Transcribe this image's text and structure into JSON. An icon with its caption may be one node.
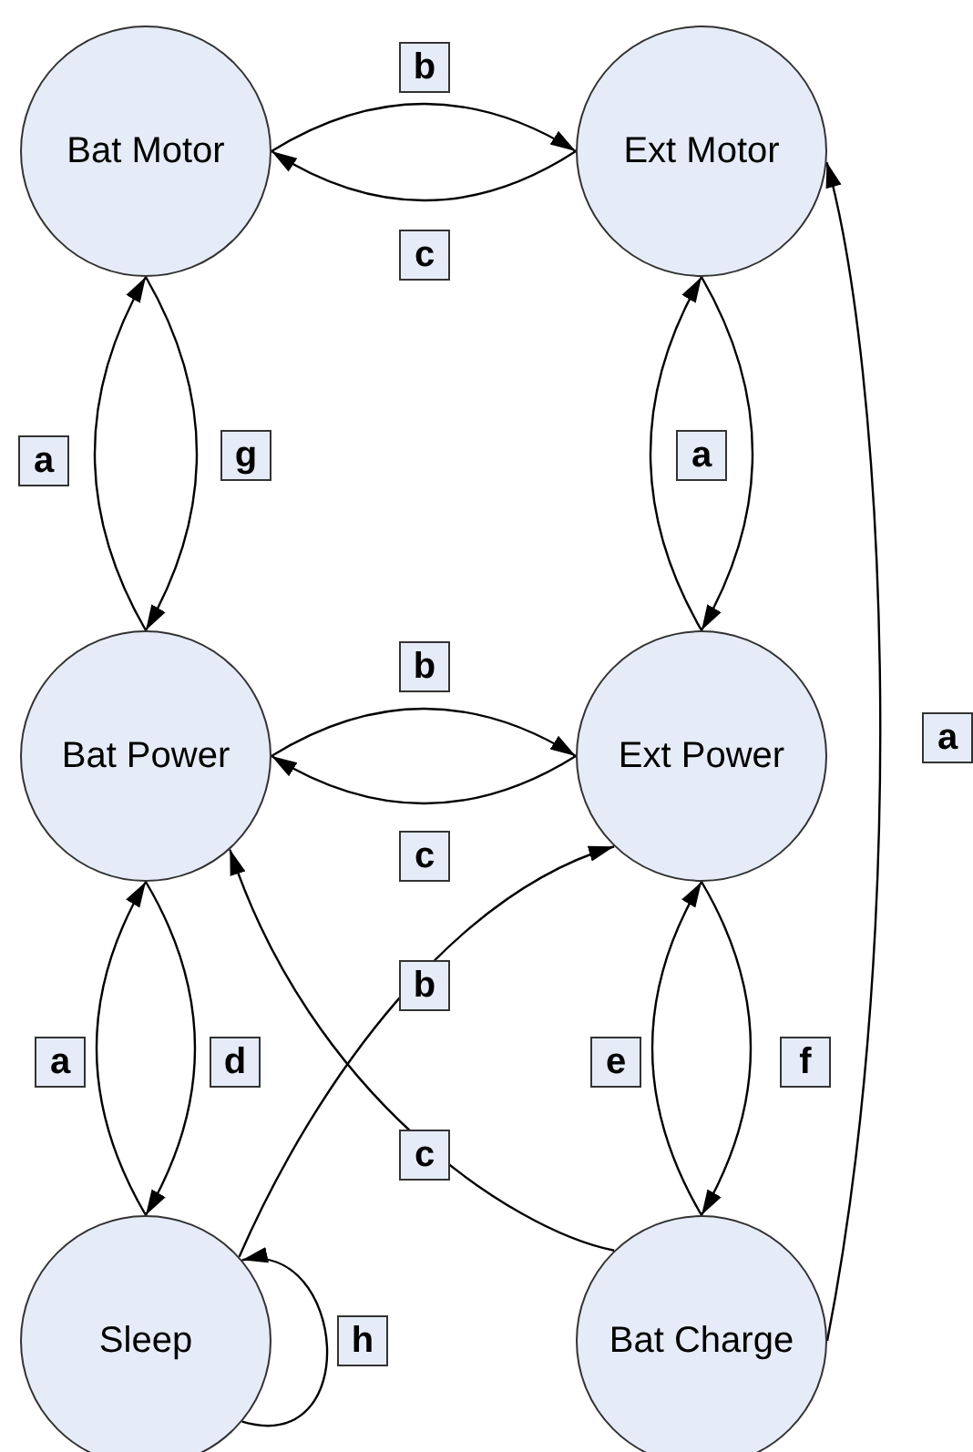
{
  "diagram": {
    "nodes": [
      {
        "text": [
          "Bat Motor"
        ]
      },
      {
        "text": [
          "Ext Motor"
        ]
      },
      {
        "text": [
          "Bat Power"
        ]
      },
      {
        "text": [
          "Ext Power"
        ]
      },
      {
        "text": [
          "Sleep"
        ]
      },
      {
        "text": [
          "Bat Charge"
        ]
      }
    ],
    "edges": [
      {
        "from": 0,
        "to": 1,
        "arrow": "to",
        "label": "b"
      },
      {
        "from": 1,
        "to": 0,
        "arrow": "to",
        "label": "c"
      },
      {
        "from": 2,
        "to": 0,
        "arrow": "to",
        "label": "a"
      },
      {
        "from": 0,
        "to": 2,
        "arrow": "to",
        "label": "g"
      },
      {
        "from": 3,
        "to": 1,
        "arrow": "to",
        "label": "a"
      },
      {
        "from": 1,
        "to": 3,
        "arrow": "to"
      },
      {
        "from": 2,
        "to": 3,
        "arrow": "to",
        "label": "b"
      },
      {
        "from": 3,
        "to": 2,
        "arrow": "to",
        "label": "c"
      },
      {
        "from": 4,
        "to": 2,
        "arrow": "to",
        "label": "a"
      },
      {
        "from": 2,
        "to": 4,
        "arrow": "to",
        "label": "d"
      },
      {
        "from": 4,
        "to": 3,
        "arrow": "to",
        "label": "b"
      },
      {
        "from": 5,
        "to": 2,
        "arrow": "to",
        "label": "c"
      },
      {
        "from": 5,
        "to": 3,
        "arrow": "to",
        "label": "e"
      },
      {
        "from": 3,
        "to": 5,
        "arrow": "to",
        "label": "f"
      },
      {
        "from": 5,
        "to": 1,
        "arrow": "to",
        "label": "a"
      },
      {
        "from": 4,
        "to": 4,
        "arrow": "to",
        "label": "h"
      }
    ]
  }
}
